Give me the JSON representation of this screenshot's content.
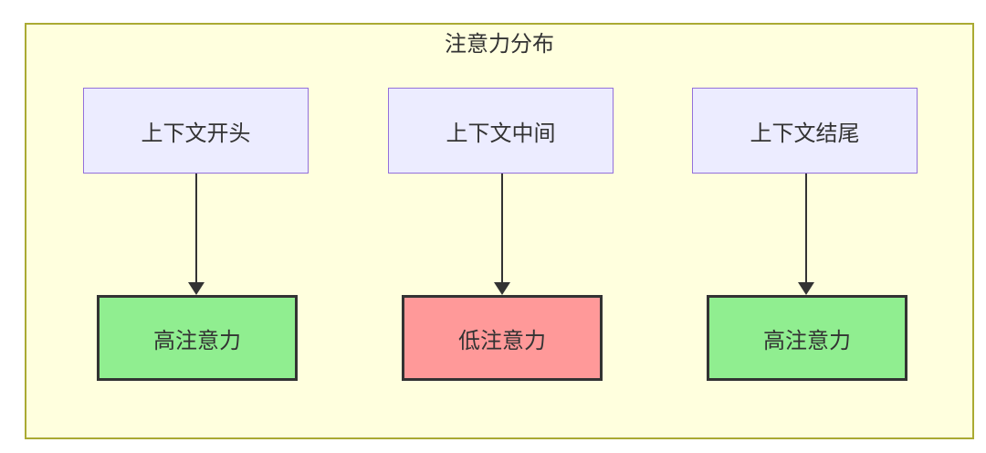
{
  "diagram": {
    "title": "注意力分布",
    "columns": [
      {
        "source": "上下文开头",
        "target": "高注意力",
        "level": "high"
      },
      {
        "source": "上下文中间",
        "target": "低注意力",
        "level": "low"
      },
      {
        "source": "上下文结尾",
        "target": "高注意力",
        "level": "high"
      }
    ]
  },
  "colors": {
    "container_fill": "#ffffde",
    "container_border": "#aaaa33",
    "source_fill": "#ececff",
    "source_border": "#9370db",
    "high_fill": "#90ee90",
    "low_fill": "#ff9999",
    "dark_border": "#333333",
    "text": "#333333",
    "arrow": "#333333"
  }
}
